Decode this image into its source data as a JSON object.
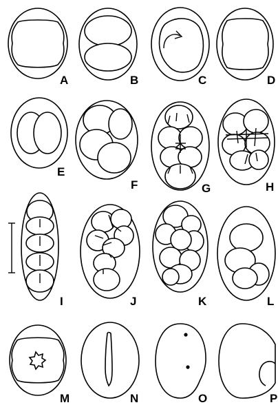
{
  "panels": [
    {
      "label": "A"
    },
    {
      "label": "B"
    },
    {
      "label": "C"
    },
    {
      "label": "D"
    },
    {
      "label": "E"
    },
    {
      "label": "F"
    },
    {
      "label": "G"
    },
    {
      "label": "H"
    },
    {
      "label": "I"
    },
    {
      "label": "J"
    },
    {
      "label": "K"
    },
    {
      "label": "L"
    },
    {
      "label": "M"
    },
    {
      "label": "N"
    },
    {
      "label": "O"
    },
    {
      "label": "P"
    }
  ]
}
